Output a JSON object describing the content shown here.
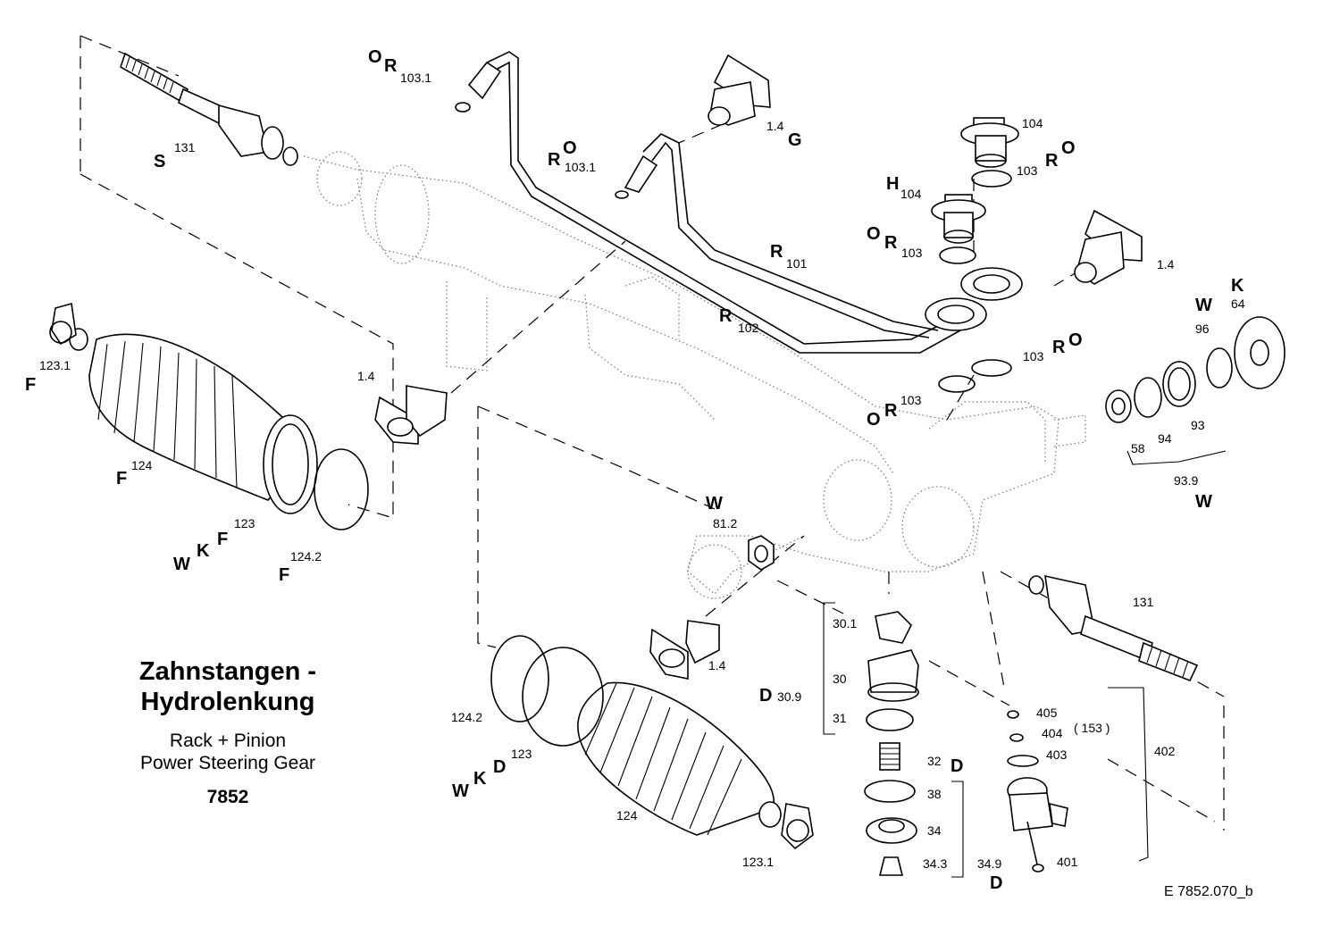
{
  "title": {
    "line1": "Zahnstangen -",
    "line2": "Hydrolenkung",
    "subtitle1": "Rack + Pinion",
    "subtitle2": "Power Steering Gear",
    "code": "7852"
  },
  "reference": "E  7852.070_b",
  "labels": {
    "s131": "131",
    "s131_letter": "S",
    "r1031_top_num": "103.1",
    "r1031_top_o": "O",
    "r1031_top_r": "R",
    "r1031_mid_num": "103.1",
    "r1031_mid_o": "O",
    "r1031_mid_r": "R",
    "g14": "1.4",
    "g14_letter": "G",
    "p104": "104",
    "p103_top": "103",
    "p103_top_r": "R",
    "p103_top_o": "O",
    "h104": "104",
    "h104_letter": "H",
    "o103_num": "103",
    "o103_o": "O",
    "o103_r": "R",
    "r101": "101",
    "r101_letter": "R",
    "r102": "102",
    "r102_letter": "R",
    "p14_right": "1.4",
    "k64": "64",
    "k64_letter": "K",
    "w96": "96",
    "w96_letter": "W",
    "p103_mid": "103",
    "p103_mid_r": "R",
    "p103_mid_o": "O",
    "o103b_num": "103",
    "o103b_o": "O",
    "o103b_r": "R",
    "p93": "93",
    "p94": "94",
    "p58": "58",
    "p939": "93.9",
    "p939_letter": "W",
    "f1231": "123.1",
    "f1231_letter": "F",
    "p14_left": "1.4",
    "f124": "124",
    "f124_letter": "F",
    "f123": "123",
    "f123_f": "F",
    "f123_k": "K",
    "f123_w": "W",
    "f1242": "124.2",
    "f1242_letter": "F",
    "w812": "81.2",
    "w812_letter": "W",
    "p131_right": "131",
    "p14_bottom": "1.4",
    "p301": "30.1",
    "p30": "30",
    "p309": "30.9",
    "p309_letter": "D",
    "p31": "31",
    "p405": "405",
    "p404": "404",
    "p153": "( 153 )",
    "p403": "403",
    "p402": "402",
    "p32": "32",
    "p32_letter": "D",
    "p38": "38",
    "p34": "34",
    "p343": "34.3",
    "p349": "34.9",
    "p349_letter": "D",
    "p401": "401",
    "p1242_b": "124.2",
    "p123_b": "123",
    "p123_b_d": "D",
    "p123_b_k": "K",
    "p123_b_w": "W",
    "p124_b": "124",
    "p1231_b": "123.1"
  }
}
